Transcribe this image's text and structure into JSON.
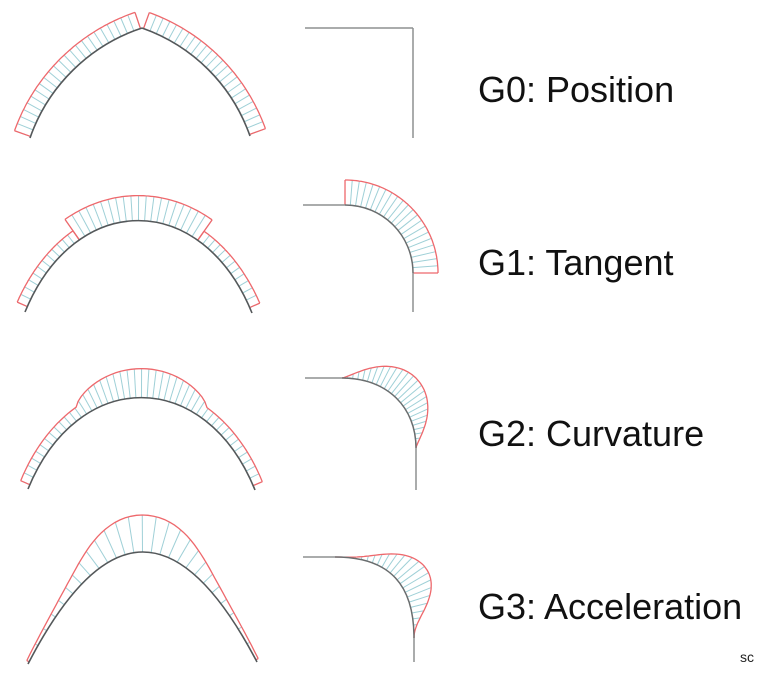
{
  "rows": [
    {
      "id": "g0",
      "label": "G0: Position"
    },
    {
      "id": "g1",
      "label": "G1: Tangent"
    },
    {
      "id": "g2",
      "label": "G2: Curvature"
    },
    {
      "id": "g3",
      "label": "G3: Acceleration"
    }
  ],
  "watermark": "sc",
  "colors": {
    "background": "#ffffff",
    "base_curve": "#54585a",
    "straight_line": "#8d9091",
    "blend_curve": "#6a6d6e",
    "comb_teeth": "#9fd0d7",
    "comb_envelope": "#ee686c",
    "label_text": "#111111",
    "watermark_text": "#222222"
  }
}
